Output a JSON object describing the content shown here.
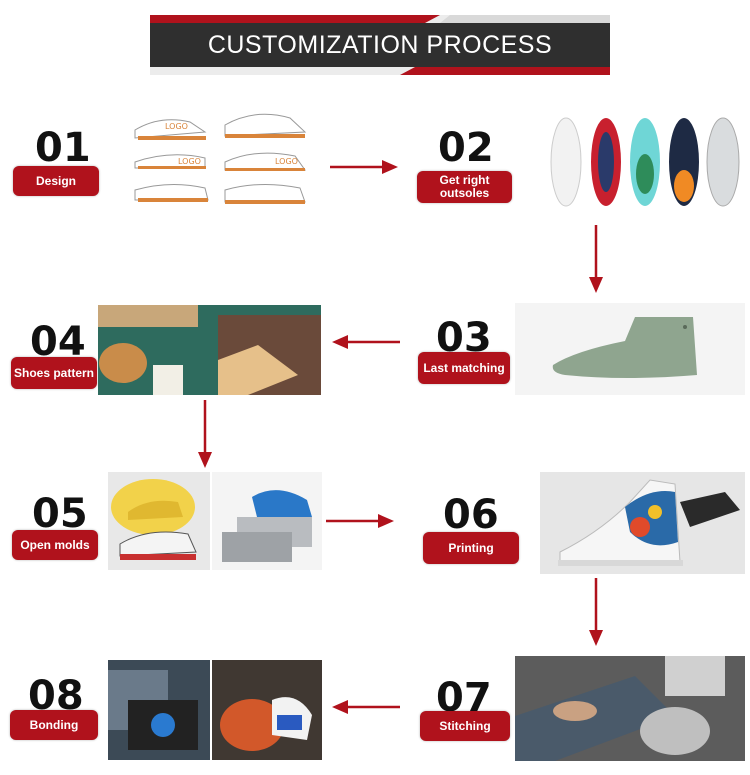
{
  "banner": {
    "title": "CUSTOMIZATION PROCESS"
  },
  "colors": {
    "accent": "#b0121c",
    "banner_dark": "#333333",
    "arrow": "#b0121c"
  },
  "steps": [
    {
      "num": "01",
      "label": "Design"
    },
    {
      "num": "02",
      "label": "Get right outsoles"
    },
    {
      "num": "03",
      "label": "Last matching"
    },
    {
      "num": "04",
      "label": "Shoes pattern"
    },
    {
      "num": "05",
      "label": "Open molds"
    },
    {
      "num": "06",
      "label": "Printing"
    },
    {
      "num": "07",
      "label": "Stitching"
    },
    {
      "num": "08",
      "label": "Bonding"
    }
  ],
  "logo_text": "LOGO"
}
